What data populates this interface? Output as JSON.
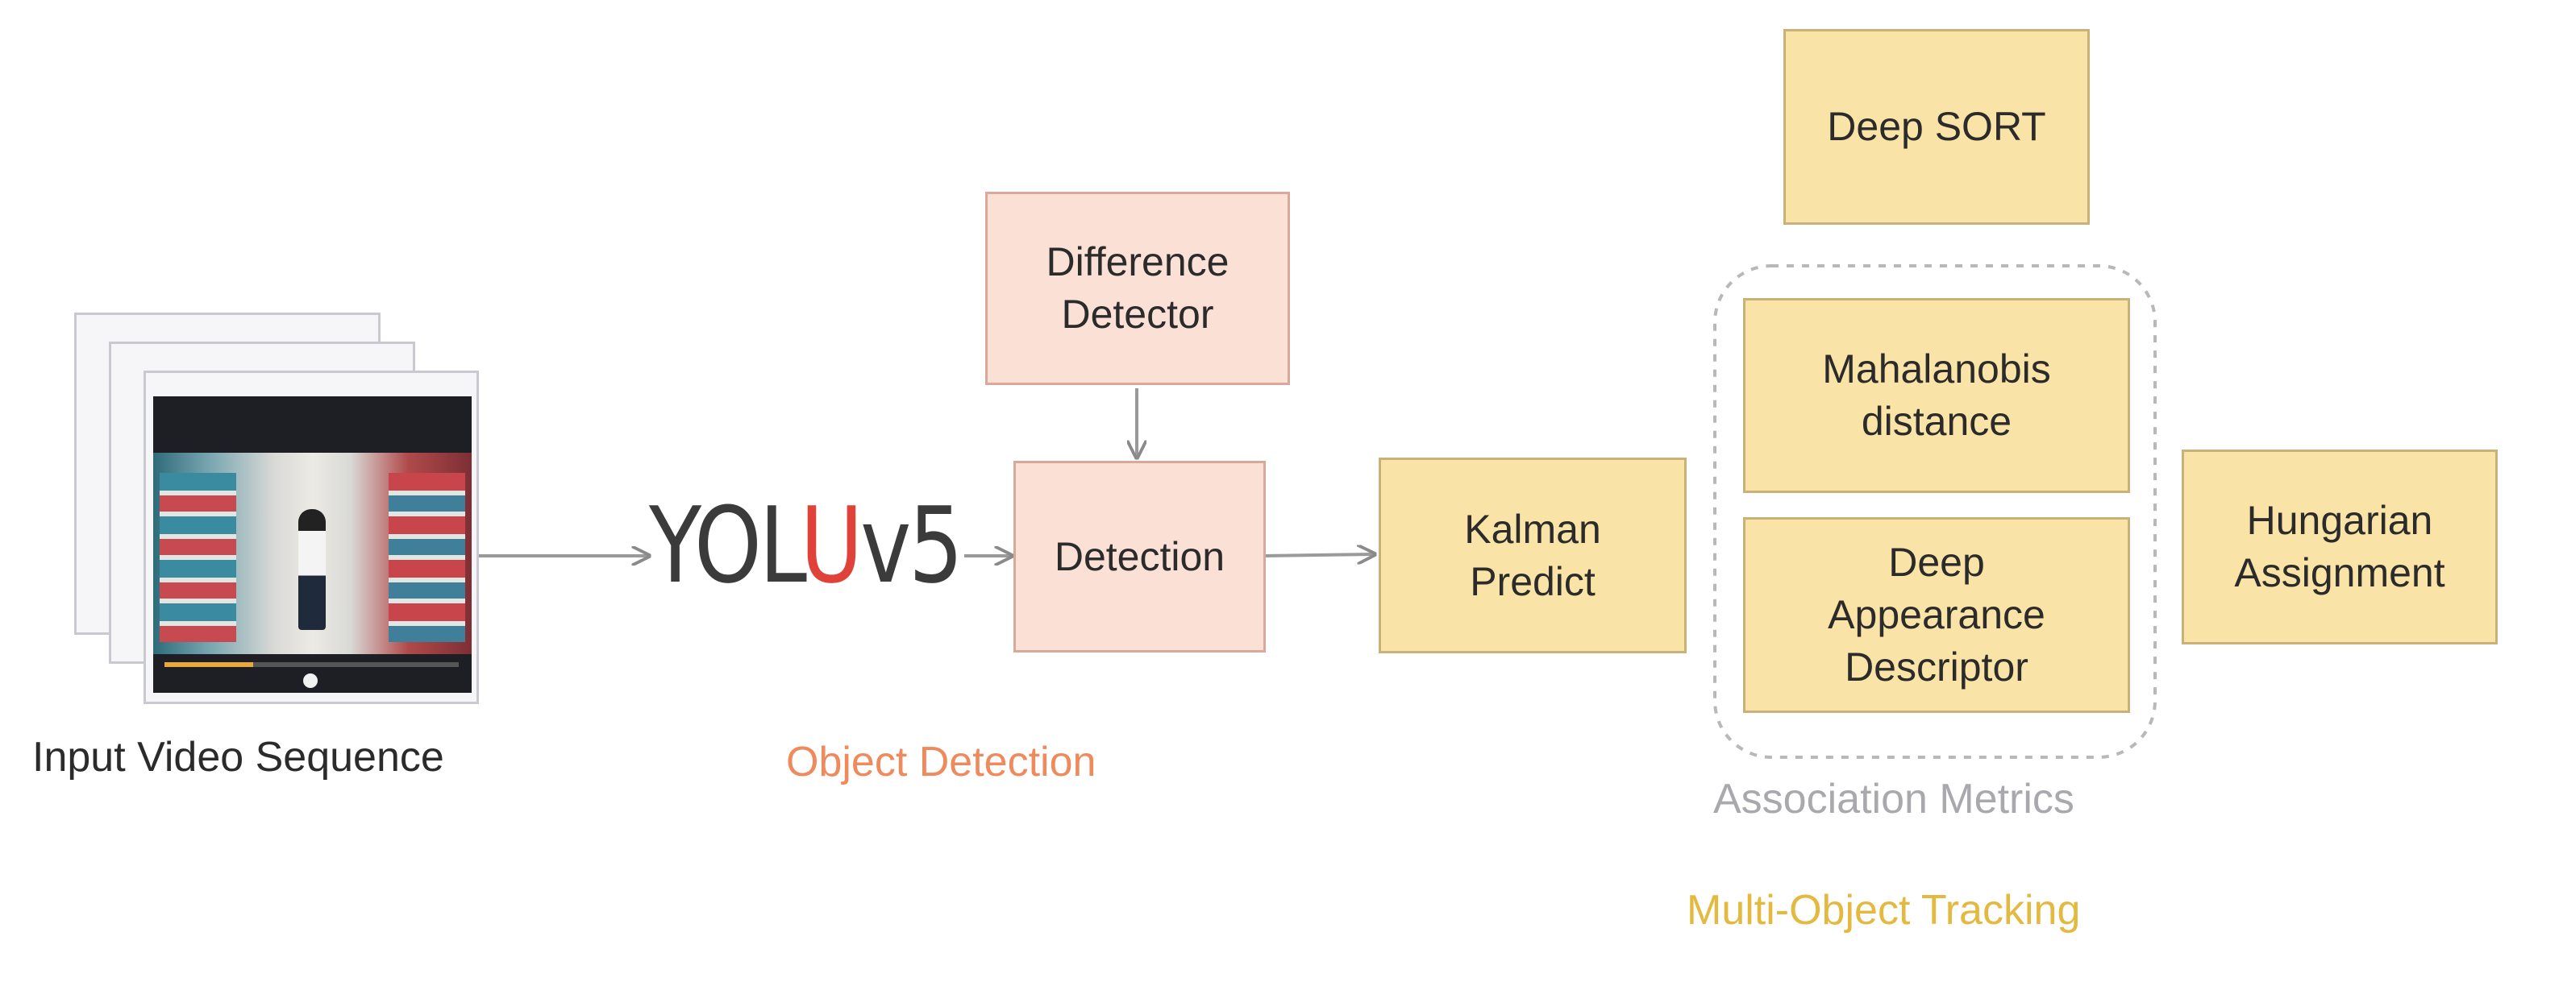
{
  "input": {
    "caption": "Input Video Sequence"
  },
  "detection": {
    "logo_text_left": "YOL",
    "logo_ring_letter": "U",
    "logo_text_right": "v5",
    "difference_detector": "Difference\nDetector",
    "detection": "Detection",
    "caption": "Object Detection"
  },
  "tracking": {
    "kalman": "Kalman\nPredict",
    "deep_sort": "Deep SORT",
    "mahalanobis": "Mahalanobis\ndistance",
    "appearance": "Deep\nAppearance\nDescriptor",
    "hungarian": "Hungarian\nAssignment",
    "association_caption": "Association Metrics",
    "caption": "Multi-Object Tracking"
  },
  "colors": {
    "detection_fill": "#fbe0d6",
    "tracking_fill": "#fae3a6",
    "detection_caption": "#ee8a5c",
    "tracking_caption": "#e3b93f",
    "association_caption": "#a9a9ad",
    "logo_accent": "#e0423a"
  }
}
